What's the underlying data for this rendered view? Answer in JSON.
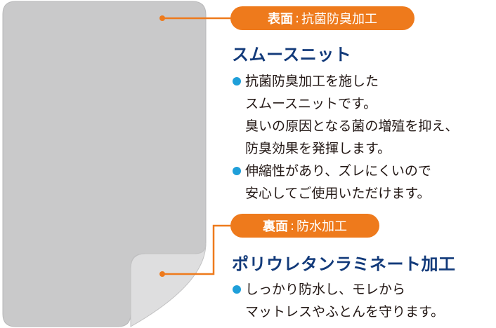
{
  "colors": {
    "tag_orange": "#ee7a1c",
    "heading_navy": "#123a7a",
    "bullet_blue": "#1f9fd9",
    "sheet_front": "#c9c9ca",
    "sheet_back": "#dededf",
    "outline": "#ee7a1c"
  },
  "front": {
    "tag_face": "表面",
    "tag_sep": ":",
    "tag_finish": "抗菌防臭加工",
    "heading": "スムースニット",
    "bullets": [
      "抗菌防臭加工を施した\nスムースニットです。\n臭いの原因となる菌の増殖を抑え、\n防臭効果を発揮します。",
      "伸縮性があり、ズレにくいので\n安心してご使用いただけます。"
    ]
  },
  "back": {
    "tag_face": "裏面",
    "tag_sep": ":",
    "tag_finish": "防水加工",
    "heading": "ポリウレタンラミネート加工",
    "bullets": [
      "しっかり防水し、モレから\nマットレスやふとんを守ります。"
    ]
  }
}
